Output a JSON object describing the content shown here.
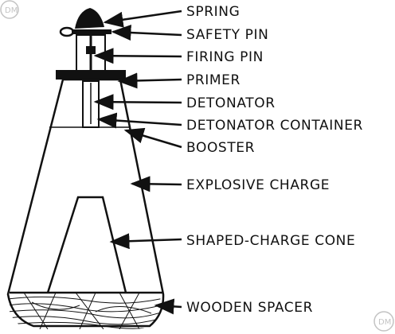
{
  "labels": {
    "spring": "SPRING",
    "safety_pin": "SAFETY PIN",
    "firing_pin": "FIRING PIN",
    "primer": "PRIMER",
    "detonator": "DETONATOR",
    "detonator_container": "DETONATOR CONTAINER",
    "booster": "BOOSTER",
    "explosive_charge": "EXPLOSIVE CHARGE",
    "shaped_charge_cone": "SHAPED-CHARGE CONE",
    "wooden_spacer": "WOODEN SPACER"
  },
  "colors": {
    "ink": "#111111",
    "paper": "#ffffff"
  },
  "watermark": "DM"
}
